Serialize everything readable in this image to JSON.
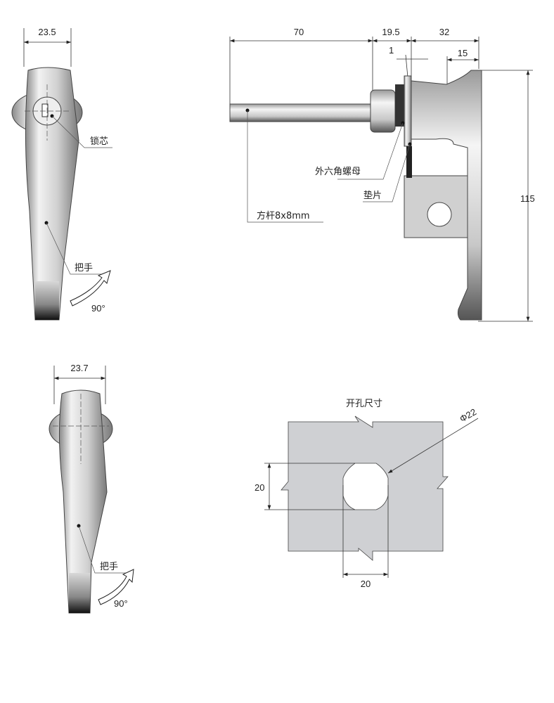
{
  "front_view_top": {
    "width_dim": "23.5",
    "label_lock_core": "锁芯",
    "label_handle": "把手",
    "rotation": "90°"
  },
  "front_view_bottom": {
    "width_dim": "23.7",
    "label_handle": "把手",
    "rotation": "90°"
  },
  "side_view": {
    "dim_shaft": "70",
    "dim_body": "19.5",
    "dim_handle": "32",
    "dim_washer": "1",
    "dim_handle_tip": "15",
    "dim_height": "115",
    "label_hex_nut": "外六角螺母",
    "label_washer": "垫片",
    "label_shaft": "方杆8x8mm"
  },
  "cutout": {
    "title": "开孔尺寸",
    "diameter": "Φ22",
    "height_dim": "20",
    "width_dim": "20"
  }
}
